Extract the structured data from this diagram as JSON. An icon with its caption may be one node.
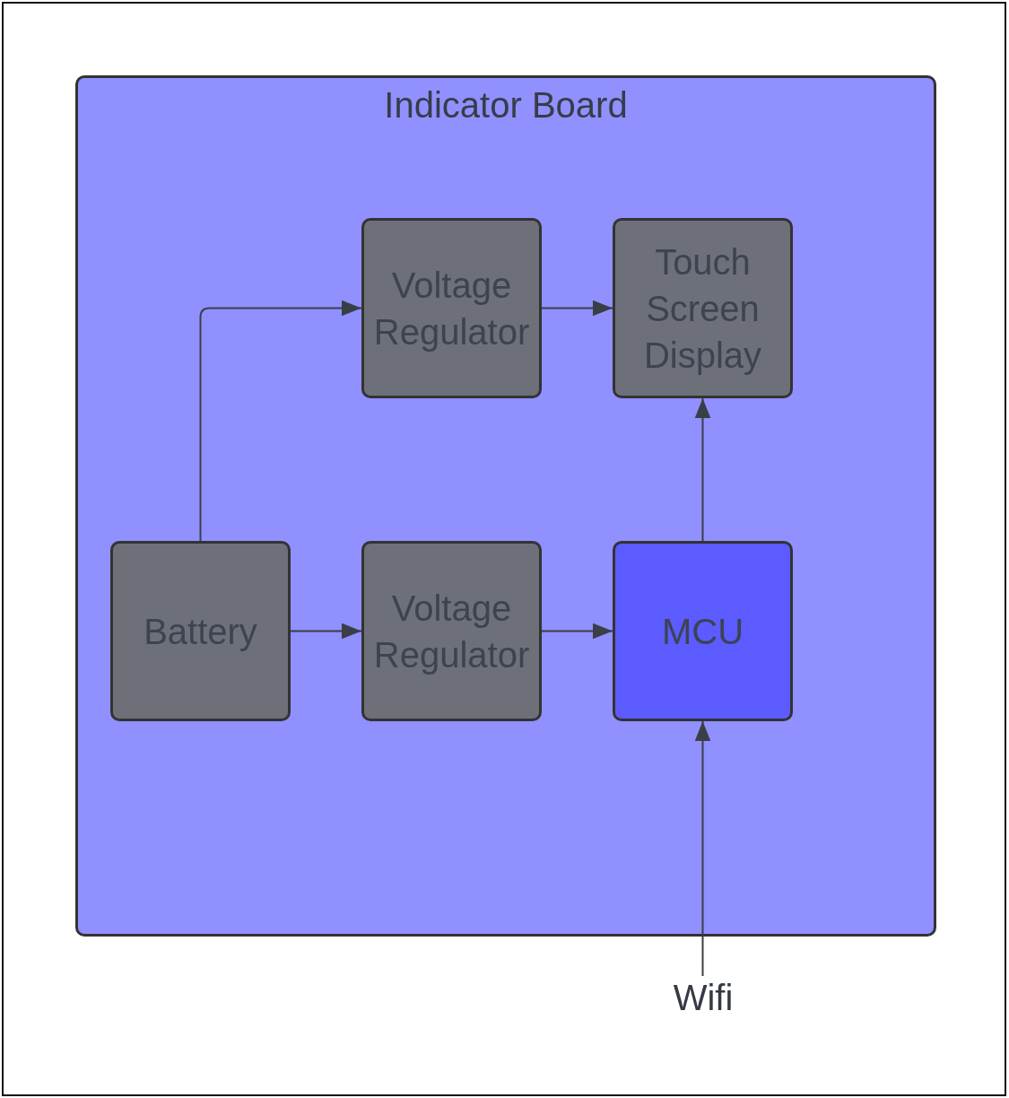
{
  "diagram": {
    "nodes": [
      {
        "text": [
          "Indicator Board"
        ]
      },
      {
        "text": [
          "Voltage Regulator"
        ],
        "in": 0
      },
      {
        "text": [
          "Touch Screen Display"
        ],
        "in": 0
      },
      {
        "text": [
          "Battery"
        ],
        "in": 0
      },
      {
        "text": [
          "Voltage Regulator"
        ],
        "in": 0
      },
      {
        "text": [
          "MCU"
        ],
        "in": 0
      },
      {
        "text": [
          "Wifi"
        ]
      }
    ],
    "edges": [
      {
        "from": 3,
        "to": 1,
        "arrow": "to"
      },
      {
        "from": 1,
        "to": 2,
        "arrow": "to"
      },
      {
        "from": 3,
        "to": 4,
        "arrow": "to"
      },
      {
        "from": 4,
        "to": 5,
        "arrow": "to"
      },
      {
        "from": 5,
        "to": 2,
        "arrow": "to"
      },
      {
        "from": 6,
        "to": 5,
        "arrow": "to"
      }
    ]
  }
}
